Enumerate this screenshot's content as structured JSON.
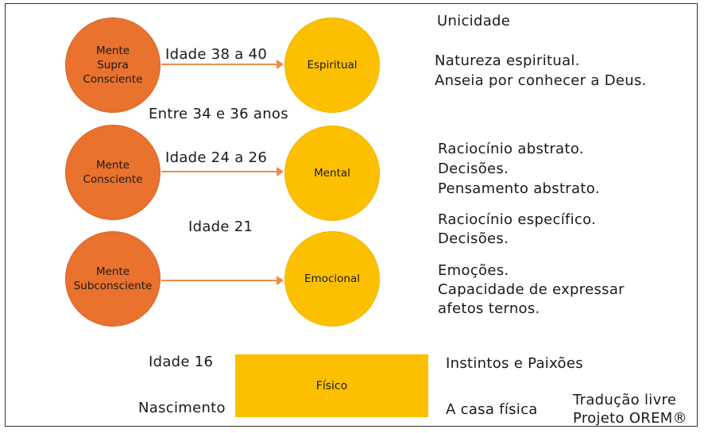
{
  "header": {
    "unicidade": "Unicidade"
  },
  "levels": [
    {
      "mind": [
        "Mente",
        "Supra",
        "Consciente"
      ],
      "body": "Espiritual",
      "age": "Idade 38 a 40",
      "desc": [
        "Natureza espiritual.",
        "Anseia por conhecer a Deus."
      ]
    },
    {
      "mind": [
        "Mente",
        "Consciente"
      ],
      "body": "Mental",
      "age": "Idade 24 a 26",
      "desc": [
        "Raciocínio abstrato.",
        "Decisões.",
        "Pensamento abstrato."
      ]
    },
    {
      "mind": [
        "Mente",
        "Subconsciente"
      ],
      "body": "Emocional",
      "age": "",
      "desc": [
        "Emoções.",
        "Capacidade de expressar",
        "afetos ternos."
      ]
    }
  ],
  "between": {
    "age_34_36": "Entre 34 e 36 anos",
    "age_21": "Idade 21",
    "desc_21": [
      "Raciocínio específico.",
      "Decisões."
    ]
  },
  "physical": {
    "label": "Físico",
    "age": "Idade 16",
    "birth": "Nascimento",
    "instincts": "Instintos e Paixões",
    "house": "A casa física"
  },
  "credit": [
    "Tradução livre",
    "Projeto OREM®"
  ],
  "colors": {
    "mind": "#e8722e",
    "body": "#fdc000",
    "arrow": "#f08a4b"
  }
}
